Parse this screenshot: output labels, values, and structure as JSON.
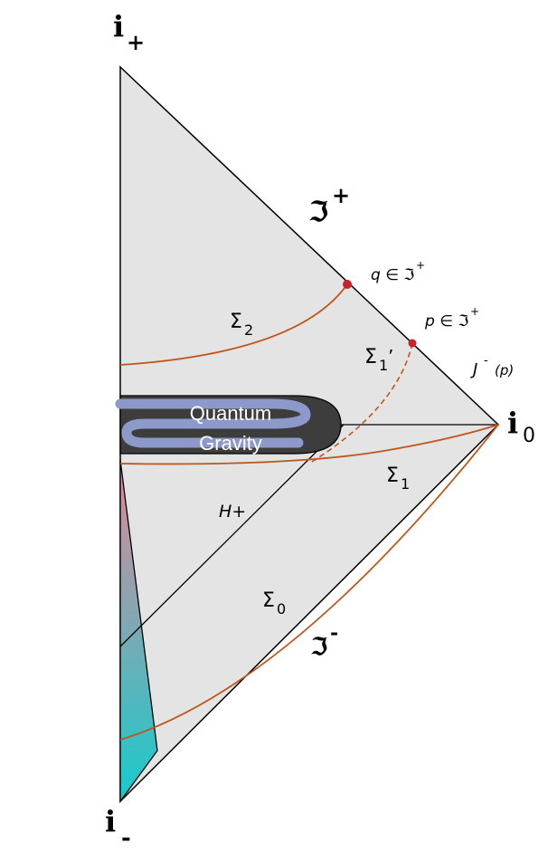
{
  "labels": {
    "i_plus_base": "i",
    "i_plus_sub": "+",
    "i_minus_base": "i",
    "i_minus_sub": "-",
    "i_zero_base": "i",
    "i_zero_sub": "0",
    "scri_plus_base": "ℑ",
    "scri_plus_sup": "+",
    "scri_minus_base": "ℑ",
    "scri_minus_sup": "-",
    "q_label": "q ∈ ℑ",
    "q_sup": "+",
    "p_label": "p ∈ ℑ",
    "p_sup": "+",
    "sigma2_base": "Σ",
    "sigma2_sub": "2",
    "sigma1p_base": "Σ",
    "sigma1p_sub": "1",
    "sigma1p_prime": "’",
    "sigma1_base": "Σ",
    "sigma1_sub": "1",
    "sigma0_base": "Σ",
    "sigma0_sub": "0",
    "j_minus_base": "J",
    "j_minus_sup": "-",
    "j_minus_arg": "(p)",
    "horizon": "H+",
    "qg_line1": "Quantum",
    "qg_line2": "Gravity"
  },
  "colors": {
    "background": "#ffffff",
    "spacetime_fill": "#e4e4e4",
    "outline": "#000000",
    "slice": "#c0561c",
    "point": "#c8232c",
    "singularity_region": "#3d3d3d",
    "squiggle": "#8c99c9",
    "collapse_top": "#e0889a",
    "collapse_bottom": "#15cccc"
  }
}
